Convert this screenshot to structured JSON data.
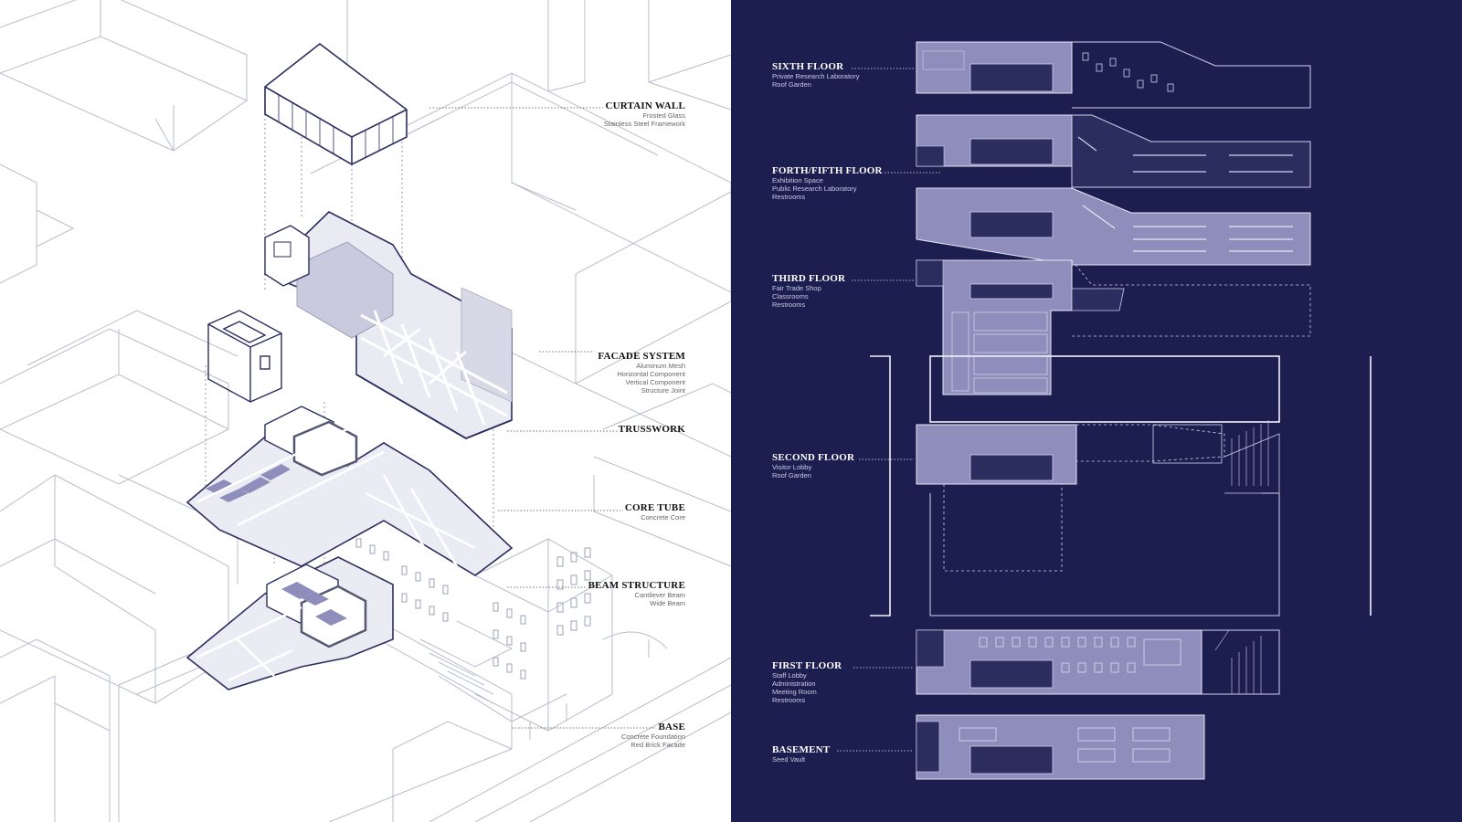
{
  "axonometric_labels": [
    {
      "key": "curtain-wall",
      "title": "CURTAIN WALL",
      "subs": [
        "Frosted Glass",
        "Stainless Steel Framework"
      ]
    },
    {
      "key": "facade-system",
      "title": "FACADE SYSTEM",
      "subs": [
        "Aluminum Mesh",
        "Horizontal Component",
        "Vertical Component",
        "Structure Joint"
      ]
    },
    {
      "key": "trusswork",
      "title": "TRUSSWORK",
      "subs": []
    },
    {
      "key": "core-tube",
      "title": "CORE TUBE",
      "subs": [
        "Concrete Core"
      ]
    },
    {
      "key": "beam-structure",
      "title": "BEAM STRUCTURE",
      "subs": [
        "Cantilever Beam",
        "Wide Beam"
      ]
    },
    {
      "key": "base",
      "title": "BASE",
      "subs": [
        "Concrete Foundation",
        "Red Brick Facade"
      ]
    }
  ],
  "floor_labels": [
    {
      "key": "sixth-floor",
      "title": "SIXTH FLOOR",
      "subs": [
        "Private Research Laboratory",
        "Roof Garden"
      ]
    },
    {
      "key": "forth-fifth-floor",
      "title": "FORTH/FIFTH FLOOR",
      "subs": [
        "Exhibition Space",
        "Public Research Laboratory",
        "Restrooms"
      ]
    },
    {
      "key": "third-floor",
      "title": "THIRD FLOOR",
      "subs": [
        "Fair Trade Shop",
        "Classrooms",
        "Restrooms"
      ]
    },
    {
      "key": "second-floor",
      "title": "SECOND FLOOR",
      "subs": [
        "Visitor Lobby",
        "Roof Garden"
      ]
    },
    {
      "key": "first-floor",
      "title": "FIRST FLOOR",
      "subs": [
        "Staff Lobby",
        "Administration",
        "Meeting Room",
        "Restrooms"
      ]
    },
    {
      "key": "basement",
      "title": "BASEMENT",
      "subs": [
        "Seed Vault"
      ]
    }
  ],
  "colors": {
    "plan_background": "#1c1e50",
    "plan_fill": "#8f8dbb",
    "line_dark": "#2a2d5e",
    "line_light": "#b9bccb"
  }
}
